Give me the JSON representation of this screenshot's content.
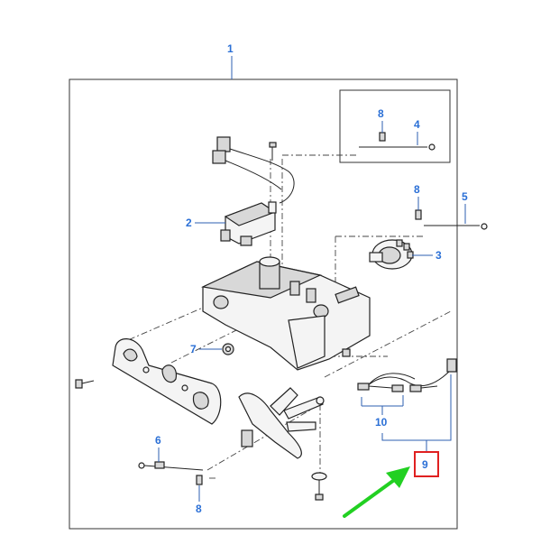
{
  "callouts": {
    "c1": "1",
    "c2": "2",
    "c3": "3",
    "c4": "4",
    "c5": "5",
    "c6": "6",
    "c7": "7",
    "c8a": "8",
    "c8b": "8",
    "c8c": "8",
    "c9": "9",
    "c10": "10"
  },
  "colors": {
    "callout_text": "#2a6fd6",
    "highlight_box": "#e02020",
    "arrow": "#22d022"
  },
  "highlight": {
    "target": "9",
    "arrow_icon": "green-arrow-icon"
  }
}
